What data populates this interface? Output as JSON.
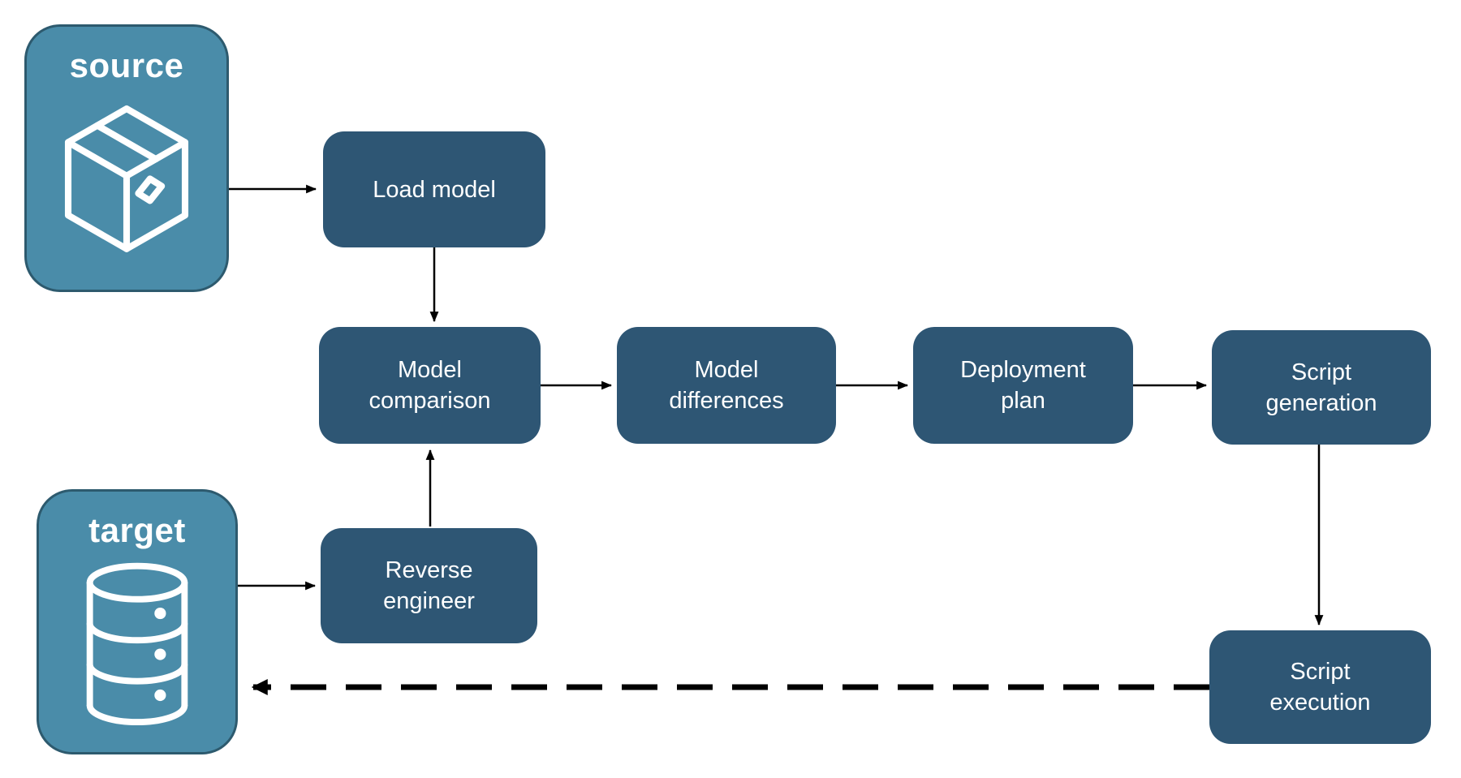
{
  "diagram": {
    "background": "#FFFFFF",
    "colors": {
      "node_fill": "#2E5674",
      "endpoint_fill": "#4A8CA9",
      "endpoint_border": "#2D5A6E",
      "label_text": "#FFFFFF",
      "arrow": "#000000"
    },
    "endpoints": {
      "source": {
        "label": "source",
        "icon": "package-box-icon"
      },
      "target": {
        "label": "target",
        "icon": "database-icon"
      }
    },
    "nodes": [
      {
        "id": "load-model",
        "label": "Load model"
      },
      {
        "id": "model-comparison",
        "label": "Model comparison"
      },
      {
        "id": "model-differences",
        "label": "Model differences"
      },
      {
        "id": "deployment-plan",
        "label": "Deployment plan"
      },
      {
        "id": "script-generation",
        "label": "Script generation"
      },
      {
        "id": "reverse-engineer",
        "label": "Reverse engineer"
      },
      {
        "id": "script-execution",
        "label": "Script execution"
      }
    ],
    "edges": [
      {
        "from": "source",
        "to": "load-model",
        "style": "solid"
      },
      {
        "from": "load-model",
        "to": "model-comparison",
        "style": "solid"
      },
      {
        "from": "model-comparison",
        "to": "model-differences",
        "style": "solid"
      },
      {
        "from": "model-differences",
        "to": "deployment-plan",
        "style": "solid"
      },
      {
        "from": "deployment-plan",
        "to": "script-generation",
        "style": "solid"
      },
      {
        "from": "script-generation",
        "to": "script-execution",
        "style": "solid"
      },
      {
        "from": "target",
        "to": "reverse-engineer",
        "style": "solid"
      },
      {
        "from": "reverse-engineer",
        "to": "model-comparison",
        "style": "solid"
      },
      {
        "from": "script-execution",
        "to": "target",
        "style": "dashed"
      }
    ]
  }
}
